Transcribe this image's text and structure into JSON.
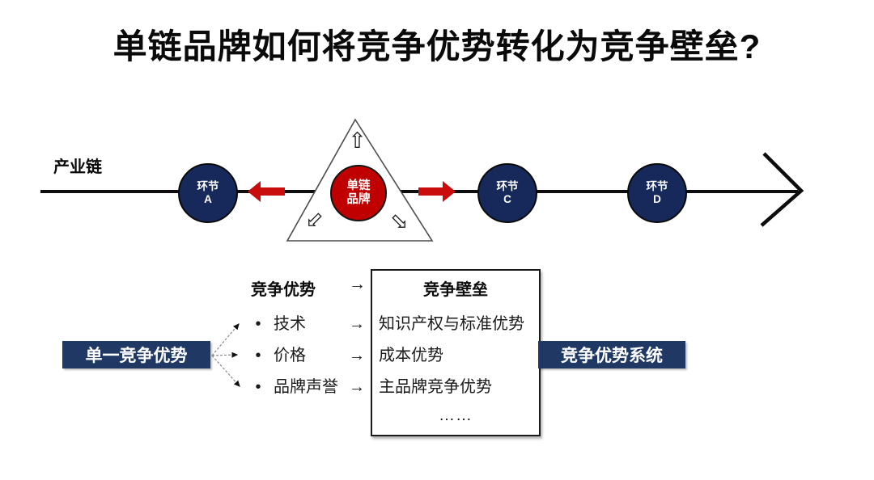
{
  "title": "单链品牌如何将竞争优势转化为竞争壁垒?",
  "chain": {
    "label": "产业链",
    "nodes": [
      {
        "line1": "环节",
        "line2": "A"
      },
      {
        "line1": "环节",
        "line2": "C"
      },
      {
        "line1": "环节",
        "line2": "D"
      }
    ],
    "brand_node": {
      "line1": "单链",
      "line2": "品牌"
    }
  },
  "mapping": {
    "left_header": "竞争优势",
    "right_header": "竞争壁垒",
    "arrow": "→",
    "bullet": "•",
    "rows": [
      {
        "left": "技术",
        "right": "知识产权与标准优势"
      },
      {
        "left": "价格",
        "right": "成本优势"
      },
      {
        "left": "品牌声誉",
        "right": "主品牌竞争优势"
      }
    ],
    "ellipsis": "……"
  },
  "left_tag": "单一竞争优势",
  "right_tag": "竞争优势系统",
  "icons": {
    "hollow_arrow": "⇧"
  },
  "colors": {
    "navy_box": "#1F3864",
    "navy_circle": "#16295A",
    "red_circle": "#C00000",
    "red_arrow": "#C90D0D",
    "line_black": "#0D0D0D"
  }
}
